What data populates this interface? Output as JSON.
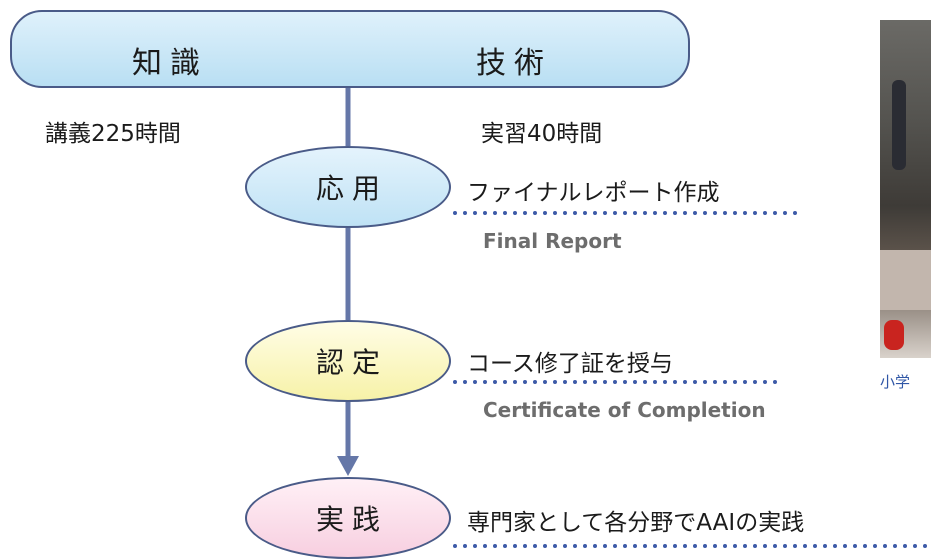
{
  "top": {
    "left_label": "知識",
    "right_label": "技術"
  },
  "hours": {
    "lecture": "講義225時間",
    "practice": "実習40時間"
  },
  "steps": [
    {
      "label": "応用",
      "jp": "ファイナルレポート作成",
      "en": "Final Report",
      "color": "#cfe9f8"
    },
    {
      "label": "認定",
      "jp": "コース修了証を授与",
      "en": "Certificate of Completion",
      "color": "#fbf7c2"
    },
    {
      "label": "実践",
      "jp": "専門家として各分野でAAIの実践",
      "color": "#fbdce9"
    }
  ],
  "photo": {
    "caption": "小学"
  },
  "colors": {
    "line": "#6577a8",
    "border": "#4a5b88",
    "dots": "#3d5aa8"
  }
}
